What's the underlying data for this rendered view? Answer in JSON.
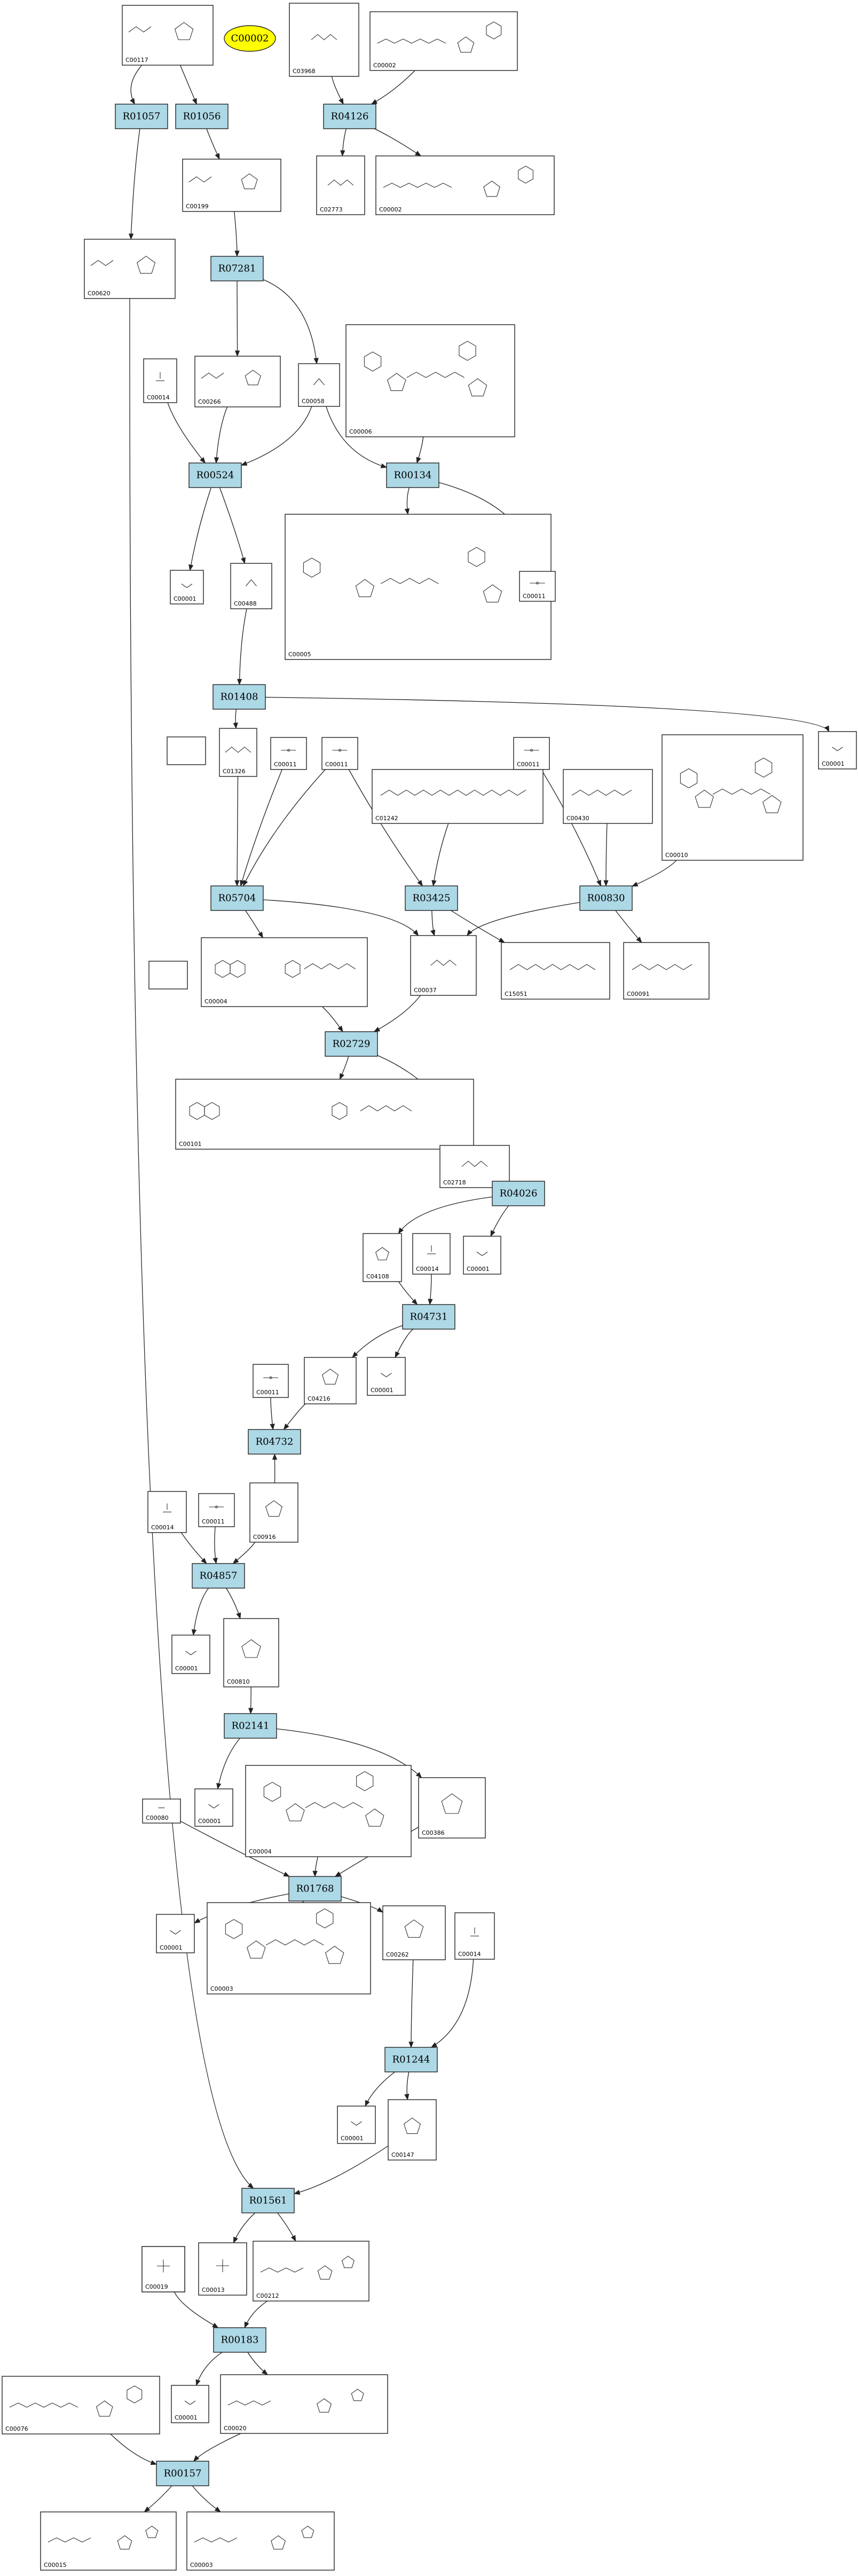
{
  "diagram": {
    "highlight_node": "C00002",
    "reactions": [
      "R01057",
      "R01056",
      "R04126",
      "R07281",
      "R00524",
      "R00134",
      "R01408",
      "R05704",
      "R03425",
      "R00830",
      "R02729",
      "R04026",
      "R04731",
      "R04732",
      "R04857",
      "R02141",
      "R01768",
      "R01244",
      "R01561",
      "R00183",
      "R00157"
    ],
    "compounds": [
      {
        "id": "C00117",
        "mol": "ribose-phosphate"
      },
      {
        "id": "C03968",
        "mol": "small-chain"
      },
      {
        "id": "C00002",
        "mol": "nucleotide-large"
      },
      {
        "id": "C00199",
        "mol": "ketose-phosphate"
      },
      {
        "id": "C02773",
        "mol": "small-chain"
      },
      {
        "id": "C00002b",
        "label": "C00002",
        "mol": "nucleotide-large"
      },
      {
        "id": "C00620",
        "mol": "ribose-phosphate"
      },
      {
        "id": "C00014a",
        "label": "C00014",
        "mol": "ammonia"
      },
      {
        "id": "C00266",
        "mol": "ketose-phosphate"
      },
      {
        "id": "C00058",
        "mol": "formate"
      },
      {
        "id": "C00006",
        "mol": "cofactor-large"
      },
      {
        "id": "C00001a",
        "label": "C00001",
        "mol": "water"
      },
      {
        "id": "C00488",
        "mol": "formamide"
      },
      {
        "id": "C00005",
        "mol": "cofactor-large"
      },
      {
        "id": "C00011a",
        "label": "C00011",
        "mol": "co2"
      },
      {
        "id": "C00001b",
        "label": "C00001",
        "mol": "water"
      },
      {
        "id": "C01326",
        "mol": "small-chain"
      },
      {
        "id": "C00011b",
        "label": "C00011",
        "mol": "co2"
      },
      {
        "id": "C00011c",
        "label": "C00011",
        "mol": "co2"
      },
      {
        "id": "C01242",
        "mol": "chain"
      },
      {
        "id": "C00011d",
        "label": "C00011",
        "mol": "co2"
      },
      {
        "id": "C00430",
        "mol": "chain"
      },
      {
        "id": "C00010",
        "mol": "cofactor-large"
      },
      {
        "id": "C00004",
        "mol": "pterin"
      },
      {
        "id": "C00037",
        "mol": "amino-acid"
      },
      {
        "id": "C15051",
        "mol": "chain"
      },
      {
        "id": "C00091",
        "mol": "chain"
      },
      {
        "id": "C00101",
        "mol": "pterin"
      },
      {
        "id": "C02718",
        "mol": "small-chain"
      },
      {
        "id": "C04108",
        "mol": "ring"
      },
      {
        "id": "C00014b",
        "label": "C00014",
        "mol": "ammonia"
      },
      {
        "id": "C00001c",
        "label": "C00001",
        "mol": "water"
      },
      {
        "id": "C04216",
        "mol": "ring"
      },
      {
        "id": "C00001d",
        "label": "C00001",
        "mol": "water"
      },
      {
        "id": "C00011e",
        "label": "C00011",
        "mol": "co2"
      },
      {
        "id": "C00916",
        "mol": "ring"
      },
      {
        "id": "C00014c",
        "label": "C00014",
        "mol": "ammonia"
      },
      {
        "id": "C00011f",
        "label": "C00011",
        "mol": "co2"
      },
      {
        "id": "C00001e",
        "label": "C00001",
        "mol": "water"
      },
      {
        "id": "C00810",
        "mol": "ring"
      },
      {
        "id": "C00001f",
        "label": "C00001",
        "mol": "water"
      },
      {
        "id": "C00004b",
        "label": "C00004",
        "mol": "cofactor-large"
      },
      {
        "id": "C00080",
        "mol": "proton"
      },
      {
        "id": "C00386",
        "mol": "ring"
      },
      {
        "id": "C00001g",
        "label": "C00001",
        "mol": "water"
      },
      {
        "id": "C00003",
        "mol": "cofactor-large"
      },
      {
        "id": "C00262",
        "mol": "ring"
      },
      {
        "id": "C00014d",
        "label": "C00014",
        "mol": "ammonia"
      },
      {
        "id": "C00001h",
        "label": "C00001",
        "mol": "water"
      },
      {
        "id": "C00147",
        "mol": "ring"
      },
      {
        "id": "C00019",
        "mol": "phosphate"
      },
      {
        "id": "C00013",
        "mol": "phosphate"
      },
      {
        "id": "C00212",
        "mol": "nucleoside"
      },
      {
        "id": "C00019b",
        "label": "C00019",
        "mol": "phosphate"
      },
      {
        "id": "C00001i",
        "label": "C00001",
        "mol": "water"
      },
      {
        "id": "C00020",
        "mol": "nucleotide"
      },
      {
        "id": "C00076",
        "mol": "nucleotide-large"
      },
      {
        "id": "C00015",
        "mol": "nucleotide"
      },
      {
        "id": "C00003b",
        "label": "C00003",
        "mol": "nucleotide"
      }
    ]
  }
}
